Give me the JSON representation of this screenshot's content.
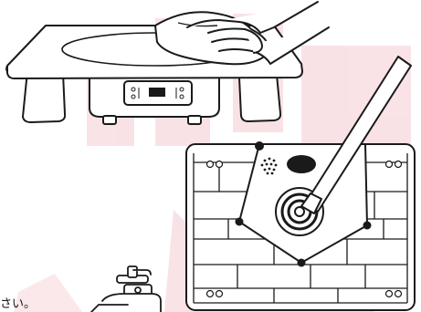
{
  "illustration": {
    "subject": "cooktop-cleaning-instructions",
    "watermark_color": "#f7d9dd",
    "line_color": "#1a1a1a",
    "fill_color": "#ffffff",
    "control_panel": {
      "left_indicators": [
        "o",
        "o"
      ],
      "right_indicators": [
        "o",
        "o"
      ]
    }
  },
  "caption": {
    "partial_text": "さい。"
  }
}
